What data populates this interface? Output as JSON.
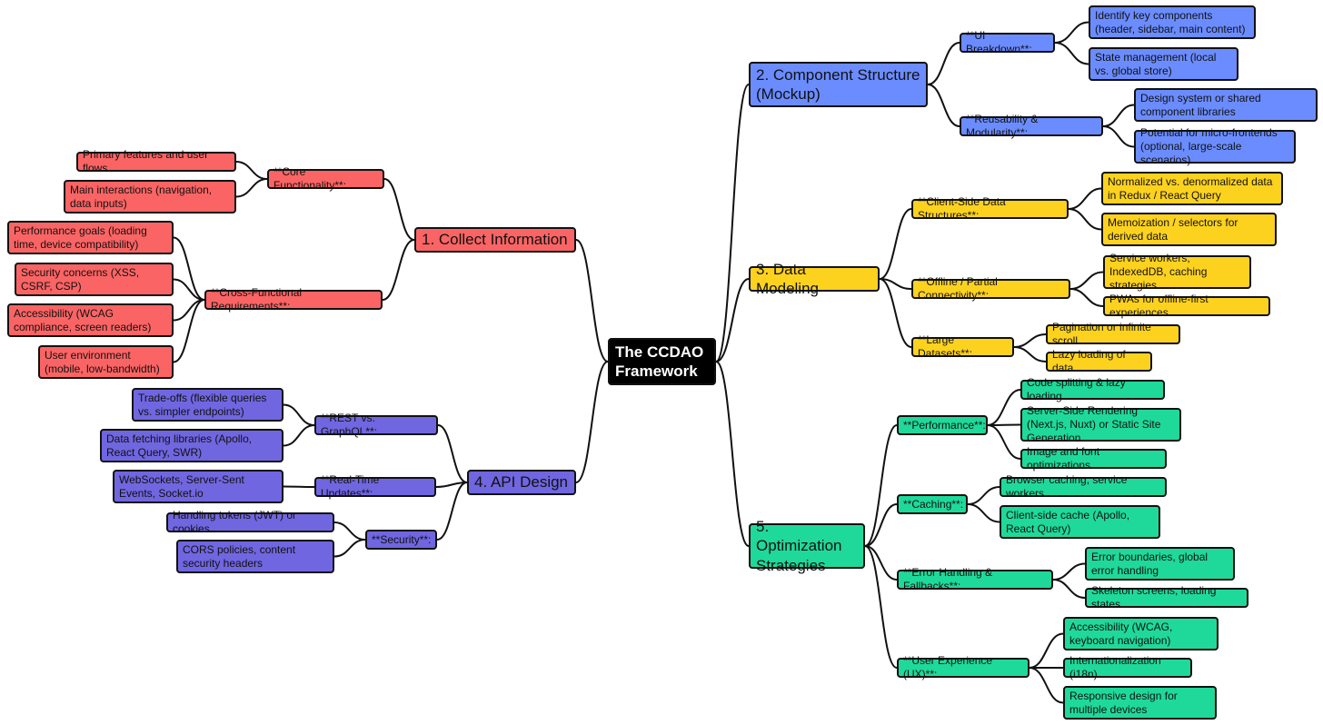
{
  "colors": {
    "root": "#000000",
    "collect": "#fb6464",
    "component": "#6b8cff",
    "data_modeling": "#fdd21f",
    "api": "#7066e0",
    "optimization": "#1fd99a",
    "line": "#111111"
  },
  "root": "The CCDAO Framework",
  "branches": {
    "collect": {
      "title": "1. Collect Information",
      "core": {
        "label": "**Core Functionality**:",
        "items": [
          "Primary features and user flows",
          "Main interactions (navigation, data inputs)"
        ]
      },
      "cross": {
        "label": "**Cross-Functional Requirements**:",
        "items": [
          "Performance goals (loading time, device compatibility)",
          "Security concerns (XSS, CSRF, CSP)",
          "Accessibility (WCAG compliance, screen readers)",
          "User environment (mobile, low-bandwidth)"
        ]
      }
    },
    "component": {
      "title": "2. Component Structure (Mockup)",
      "ui": {
        "label": "**UI Breakdown**:",
        "items": [
          "Identify key components (header, sidebar, main content)",
          "State management (local vs. global store)"
        ]
      },
      "reuse": {
        "label": "**Reusability & Modularity**:",
        "items": [
          "Design system or shared component libraries",
          "Potential for micro-frontends (optional, large-scale scenarios)"
        ]
      }
    },
    "data": {
      "title": "3. Data Modeling",
      "client": {
        "label": "**Client-Side Data Structures**:",
        "items": [
          "Normalized vs. denormalized data in Redux / React Query",
          "Memoization / selectors for derived data"
        ]
      },
      "offline": {
        "label": "**Offline / Partial Connectivity**:",
        "items": [
          "Service workers, IndexedDB, caching strategies",
          "PWAs for offline-first experiences"
        ]
      },
      "large": {
        "label": "**Large Datasets**:",
        "items": [
          "Pagination or infinite scroll",
          "Lazy loading of data"
        ]
      }
    },
    "api": {
      "title": "4. API Design",
      "rest": {
        "label": "**REST vs. GraphQL**:",
        "items": [
          "Trade-offs (flexible queries vs. simpler endpoints)",
          "Data fetching libraries (Apollo, React Query, SWR)"
        ]
      },
      "realtime": {
        "label": "**Real-Time Updates**:",
        "items": [
          "WebSockets, Server-Sent Events, Socket.io"
        ]
      },
      "security": {
        "label": "**Security**:",
        "items": [
          "Handling tokens (JWT) or cookies",
          "CORS policies, content security headers"
        ]
      }
    },
    "opt": {
      "title": "5. Optimization Strategies",
      "perf": {
        "label": "**Performance**:",
        "items": [
          "Code splitting & lazy loading",
          "Server-Side Rendering (Next.js, Nuxt) or Static Site Generation",
          "Image and font optimizations"
        ]
      },
      "caching": {
        "label": "**Caching**:",
        "items": [
          "Browser caching, service workers",
          "Client-side cache (Apollo, React Query)"
        ]
      },
      "errors": {
        "label": "**Error Handling & Fallbacks**:",
        "items": [
          "Error boundaries, global error handling",
          "Skeleton screens, loading states"
        ]
      },
      "ux": {
        "label": "**User Experience (UX)**:",
        "items": [
          "Accessibility (WCAG, keyboard navigation)",
          "Internationalization (i18n)",
          "Responsive design for multiple devices"
        ]
      }
    }
  }
}
